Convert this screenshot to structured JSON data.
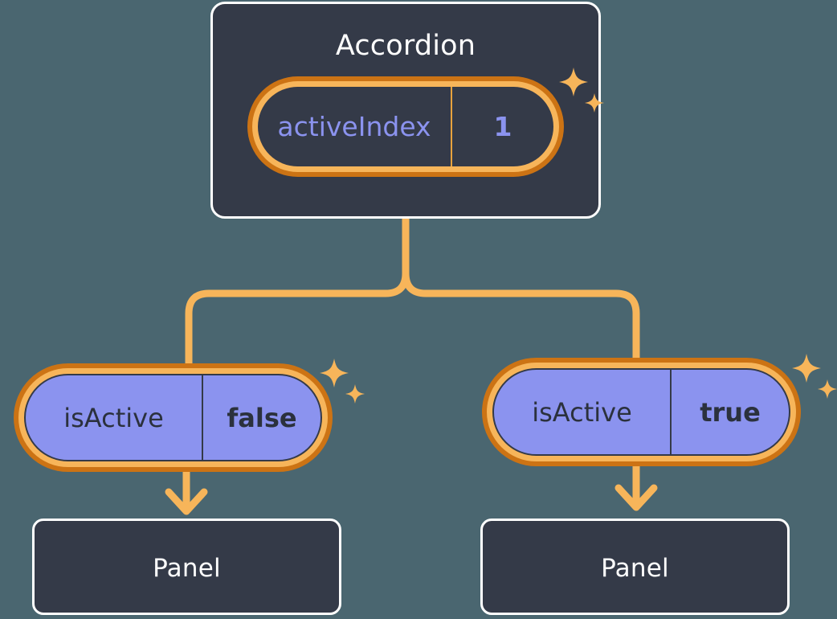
{
  "background_color": "#4a6670",
  "palette": {
    "box_fill": "#343a48",
    "box_border": "#ffffff",
    "pill_ring_outer": "#cc7314",
    "pill_ring_inner": "#f7b55a",
    "pill_purple_fill": "#8b93ef",
    "accent_text_purple": "#8b93ef",
    "dark_text": "#2b313d",
    "wire": "#f7b55a",
    "sparkle": "#f7b55a"
  },
  "root": {
    "title": "Accordion",
    "state": {
      "key": "activeIndex",
      "value": "1"
    }
  },
  "branches": [
    {
      "state": {
        "key": "isActive",
        "value": "false"
      },
      "child": {
        "title": "Panel"
      }
    },
    {
      "state": {
        "key": "isActive",
        "value": "true"
      },
      "child": {
        "title": "Panel"
      }
    }
  ],
  "icons": {
    "sparkle_large": "sparkle-four-point",
    "sparkle_small": "sparkle-four-point-small",
    "arrow": "arrow-down"
  }
}
